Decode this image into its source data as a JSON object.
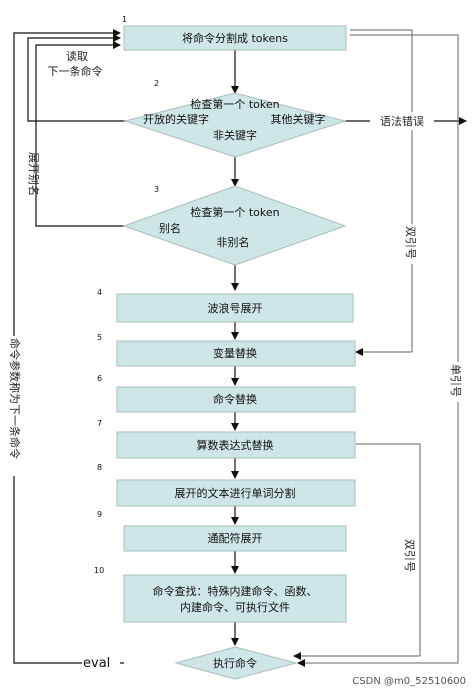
{
  "steps": [
    {
      "num": "1",
      "label": "将命令分割成 tokens"
    },
    {
      "num": "2",
      "label": "检查第一个 token",
      "left": "开放的关键字",
      "right": "其他关键字",
      "bottom": "非关键字"
    },
    {
      "num": "3",
      "label": "检查第一个 token",
      "left": "别名",
      "bottom": "非别名"
    },
    {
      "num": "4",
      "label": "波浪号展开"
    },
    {
      "num": "5",
      "label": "变量替换"
    },
    {
      "num": "6",
      "label": "命令替换"
    },
    {
      "num": "7",
      "label": "算数表达式替换"
    },
    {
      "num": "8",
      "label": "展开的文本进行单词分割"
    },
    {
      "num": "9",
      "label": "通配符展开"
    },
    {
      "num": "10",
      "label_line1": "命令查找：特殊内建命令、函数、",
      "label_line2": "内建命令、可执行文件"
    },
    {
      "label": "执行命令"
    }
  ],
  "edge_labels": {
    "read_next_line1": "读取",
    "read_next_line2": "下一条命令",
    "syntax_error": "语法错误",
    "expand_alias": "展开别名",
    "double_quote": "双引号",
    "single_quote": "单引号",
    "double_quote_2": "双引号",
    "args_as_next": "命令参数称为下一条命令",
    "eval": "eval"
  },
  "watermark": "CSDN @m0_52510600"
}
